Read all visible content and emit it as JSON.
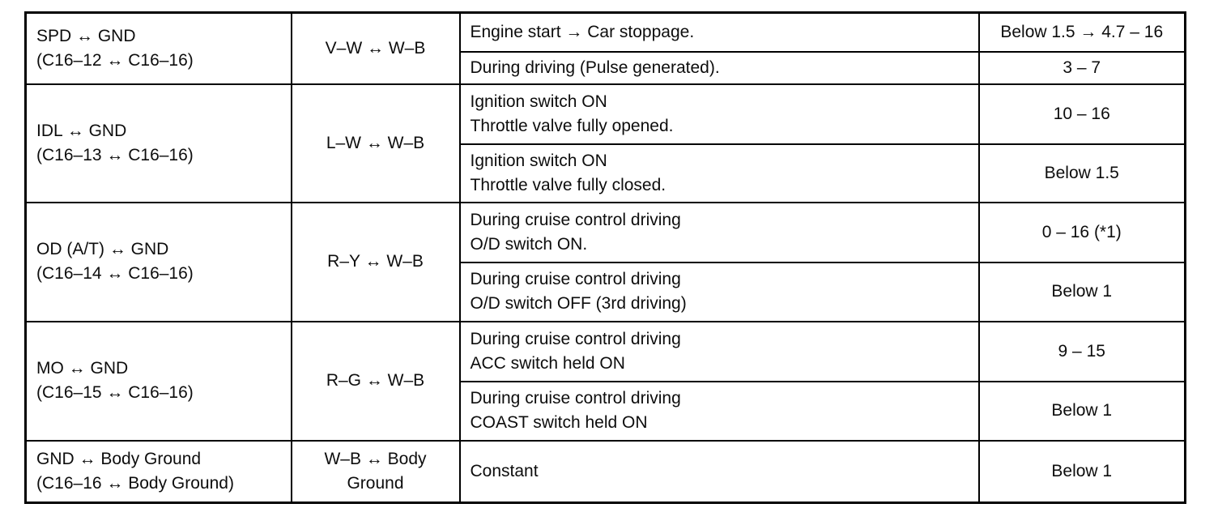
{
  "table": {
    "rows": [
      {
        "terminal": [
          "SPD ↔ GND",
          "(C16–12 ↔ C16–16)"
        ],
        "wire": [
          "V–W ↔ W–B",
          ""
        ],
        "subs": [
          {
            "condition": [
              "Engine start → Car stoppage.",
              ""
            ],
            "value": "Below 1.5 → 4.7 – 16"
          },
          {
            "condition": [
              "During driving (Pulse generated).",
              ""
            ],
            "value": "3 – 7"
          }
        ]
      },
      {
        "terminal": [
          "IDL ↔ GND",
          "(C16–13 ↔ C16–16)"
        ],
        "wire": [
          "L–W ↔ W–B",
          ""
        ],
        "subs": [
          {
            "condition": [
              "Ignition switch ON",
              "Throttle valve fully opened."
            ],
            "value": "10 – 16"
          },
          {
            "condition": [
              "Ignition switch ON",
              "Throttle valve fully closed."
            ],
            "value": "Below 1.5"
          }
        ]
      },
      {
        "terminal": [
          "OD (A/T) ↔ GND",
          "(C16–14 ↔ C16–16)"
        ],
        "wire": [
          "R–Y ↔ W–B",
          ""
        ],
        "subs": [
          {
            "condition": [
              "During cruise control driving",
              "O/D switch ON."
            ],
            "value": "0 – 16 (*1)"
          },
          {
            "condition": [
              "During cruise control driving",
              "O/D switch OFF (3rd driving)"
            ],
            "value": "Below 1"
          }
        ]
      },
      {
        "terminal": [
          "MO ↔ GND",
          "(C16–15 ↔ C16–16)"
        ],
        "wire": [
          "R–G ↔ W–B",
          ""
        ],
        "subs": [
          {
            "condition": [
              "During cruise control driving",
              "ACC switch held ON"
            ],
            "value": "9 – 15"
          },
          {
            "condition": [
              "During cruise control driving",
              "COAST switch held ON"
            ],
            "value": "Below 1"
          }
        ]
      },
      {
        "terminal": [
          "GND ↔ Body Ground",
          "(C16–16 ↔ Body Ground)"
        ],
        "wire": [
          "W–B ↔ Body",
          "Ground"
        ],
        "subs": [
          {
            "condition": [
              "Constant",
              ""
            ],
            "value": "Below 1"
          }
        ]
      }
    ]
  }
}
